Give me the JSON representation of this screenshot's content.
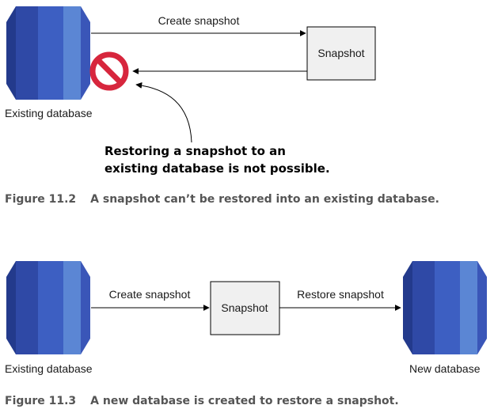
{
  "figure_1": {
    "create_label": "Create snapshot",
    "snapshot_label": "Snapshot",
    "db_label": "Existing database",
    "note_line1": "Restoring a snapshot to an",
    "note_line2": "existing database is not possible.",
    "caption_number": "Figure 11.2",
    "caption_text": "A snapshot can’t be restored into an existing database."
  },
  "figure_2": {
    "create_label": "Create snapshot",
    "snapshot_label": "Snapshot",
    "restore_label": "Restore snapshot",
    "existing_db_label": "Existing database",
    "new_db_label": "New database",
    "caption_number": "Figure 11.3",
    "caption_text": "A new database is created to restore a snapshot."
  },
  "icons": [
    "database-icon",
    "no-entry-icon"
  ],
  "colors": {
    "db_dark": "#2b3f96",
    "db_mid": "#3a56b8",
    "db_light": "#5b86d4",
    "snapshot_fill": "#f0f0f0",
    "no_entry": "#d7263d"
  }
}
